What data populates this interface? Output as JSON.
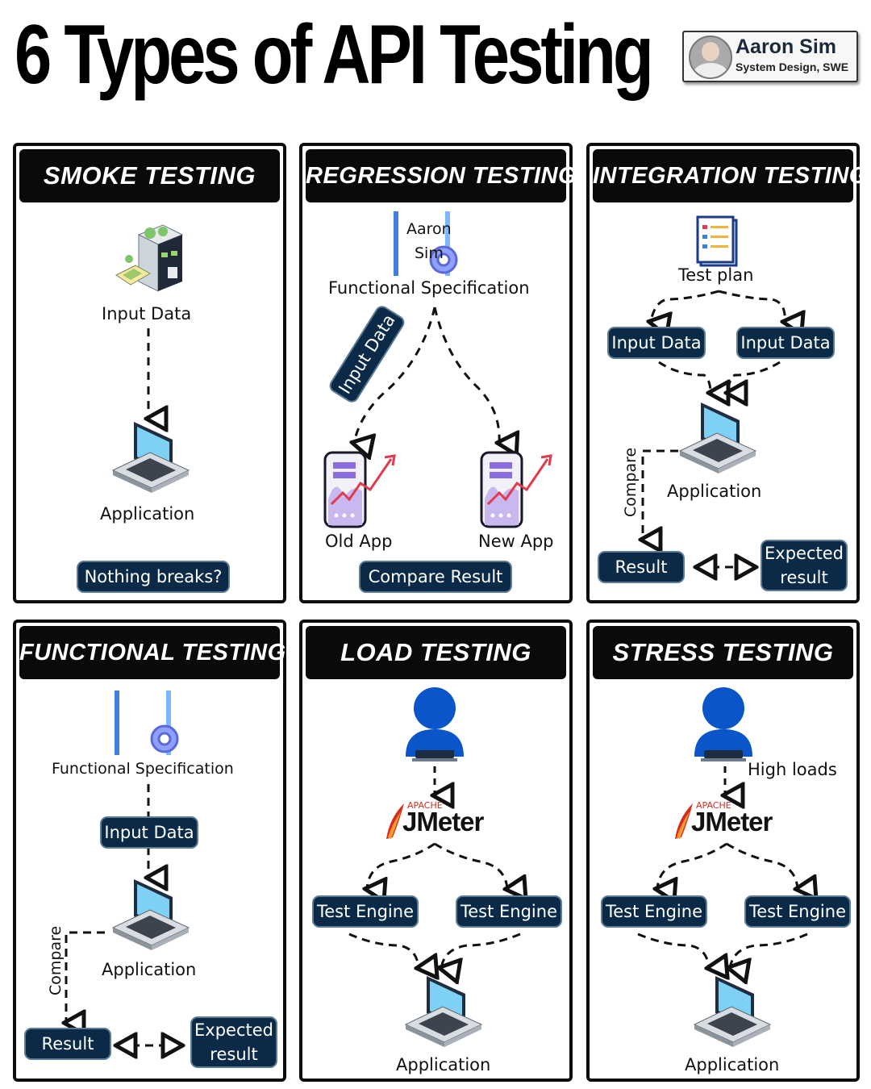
{
  "title": "6 Types of API Testing",
  "author": {
    "name": "Aaron Sim",
    "role": "System Design, SWE"
  },
  "watermark": {
    "line1": "Aaron",
    "line2": "Sim"
  },
  "colors": {
    "dark_navy": "#0b2a47",
    "panel_border": "#0d0d0d",
    "user_blue": "#0a55c9",
    "jmeter_red": "#d72b20"
  },
  "smoke": {
    "title": "SMOKE TESTING",
    "input": "Input Data",
    "app": "Application",
    "result": "Nothing breaks?"
  },
  "regression": {
    "title": "REGRESSION TESTING",
    "spec": "Functional Specification",
    "input": "Input Data",
    "old": "Old App",
    "new": "New App",
    "result": "Compare Result"
  },
  "integration": {
    "title": "INTEGRATION TESTING",
    "plan": "Test plan",
    "input1": "Input Data",
    "input2": "Input Data",
    "compare": "Compare",
    "app": "Application",
    "result": "Result",
    "expected": "Expected result"
  },
  "functional": {
    "title": "FUNCTIONAL TESTING",
    "spec": "Functional Specification",
    "input": "Input Data",
    "compare": "Compare",
    "app": "Application",
    "result": "Result",
    "expected": "Expected result"
  },
  "load": {
    "title": "LOAD TESTING",
    "apache": "APACHE",
    "jmeter": "JMeter",
    "engine1": "Test Engine",
    "engine2": "Test Engine",
    "app": "Application"
  },
  "stress": {
    "title": "STRESS TESTING",
    "loads": "High loads",
    "apache": "APACHE",
    "jmeter": "JMeter",
    "engine1": "Test Engine",
    "engine2": "Test Engine",
    "app": "Application"
  }
}
